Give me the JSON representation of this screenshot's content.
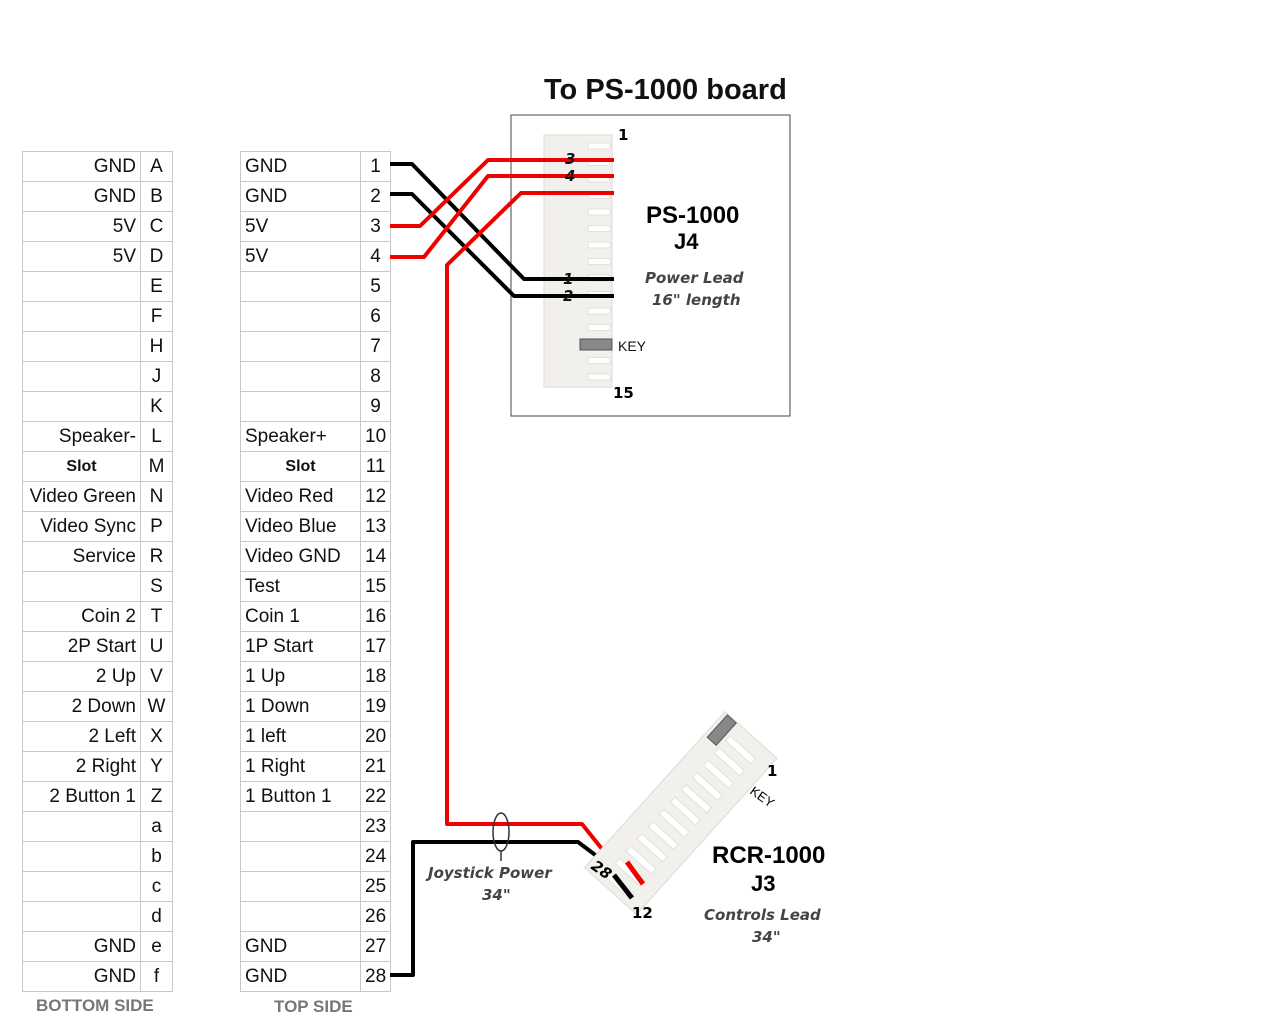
{
  "title": "To PS-1000 board",
  "bottom_side_label": "BOTTOM SIDE",
  "top_side_label": "TOP SIDE",
  "bottom_side": [
    {
      "label": "GND",
      "pin": "A"
    },
    {
      "label": "GND",
      "pin": "B"
    },
    {
      "label": "5V",
      "pin": "C"
    },
    {
      "label": "5V",
      "pin": "D"
    },
    {
      "label": "",
      "pin": "E"
    },
    {
      "label": "",
      "pin": "F"
    },
    {
      "label": "",
      "pin": "H"
    },
    {
      "label": "",
      "pin": "J"
    },
    {
      "label": "",
      "pin": "K"
    },
    {
      "label": "Speaker-",
      "pin": "L"
    },
    {
      "label": "Slot",
      "pin": "M"
    },
    {
      "label": "Video Green",
      "pin": "N"
    },
    {
      "label": "Video Sync",
      "pin": "P"
    },
    {
      "label": "Service",
      "pin": "R"
    },
    {
      "label": "",
      "pin": "S"
    },
    {
      "label": "Coin 2",
      "pin": "T"
    },
    {
      "label": "2P Start",
      "pin": "U"
    },
    {
      "label": "2 Up",
      "pin": "V"
    },
    {
      "label": "2 Down",
      "pin": "W"
    },
    {
      "label": "2 Left",
      "pin": "X"
    },
    {
      "label": "2 Right",
      "pin": "Y"
    },
    {
      "label": "2 Button 1",
      "pin": "Z"
    },
    {
      "label": "",
      "pin": "a"
    },
    {
      "label": "",
      "pin": "b"
    },
    {
      "label": "",
      "pin": "c"
    },
    {
      "label": "",
      "pin": "d"
    },
    {
      "label": "GND",
      "pin": "e"
    },
    {
      "label": "GND",
      "pin": "f"
    }
  ],
  "top_side": [
    {
      "label": "GND",
      "pin": "1"
    },
    {
      "label": "GND",
      "pin": "2"
    },
    {
      "label": "5V",
      "pin": "3"
    },
    {
      "label": "5V",
      "pin": "4"
    },
    {
      "label": "",
      "pin": "5"
    },
    {
      "label": "",
      "pin": "6"
    },
    {
      "label": "",
      "pin": "7"
    },
    {
      "label": "",
      "pin": "8"
    },
    {
      "label": "",
      "pin": "9"
    },
    {
      "label": "Speaker+",
      "pin": "10"
    },
    {
      "label": "Slot",
      "pin": "11"
    },
    {
      "label": "Video Red",
      "pin": "12"
    },
    {
      "label": "Video Blue",
      "pin": "13"
    },
    {
      "label": "Video GND",
      "pin": "14"
    },
    {
      "label": "Test",
      "pin": "15"
    },
    {
      "label": "Coin 1",
      "pin": "16"
    },
    {
      "label": "1P Start",
      "pin": "17"
    },
    {
      "label": "1 Up",
      "pin": "18"
    },
    {
      "label": "1 Down",
      "pin": "19"
    },
    {
      "label": "1 left",
      "pin": "20"
    },
    {
      "label": "1 Right",
      "pin": "21"
    },
    {
      "label": "1 Button 1",
      "pin": "22"
    },
    {
      "label": "",
      "pin": "23"
    },
    {
      "label": "",
      "pin": "24"
    },
    {
      "label": "",
      "pin": "25"
    },
    {
      "label": "",
      "pin": "26"
    },
    {
      "label": "GND",
      "pin": "27"
    },
    {
      "label": "GND",
      "pin": "28"
    }
  ],
  "ps1000": {
    "name": "PS-1000",
    "connector": "J4",
    "lead": "Power Lead",
    "length": "16\" length",
    "pin_first": "1",
    "pin_last": "15",
    "key": "KEY",
    "wire_labels": [
      "3",
      "4",
      "1",
      "2"
    ]
  },
  "rcr1000": {
    "name": "RCR-1000",
    "connector": "J3",
    "lead": "Controls Lead",
    "length": "34\"",
    "pin_first": "1",
    "pin_last": "12",
    "pin_wire": "28",
    "key": "KEY"
  },
  "joystick": {
    "label": "Joystick Power",
    "length": "34\""
  },
  "colors": {
    "power": "#ee0000",
    "ground": "#000000",
    "connector": "#f0eeea"
  }
}
